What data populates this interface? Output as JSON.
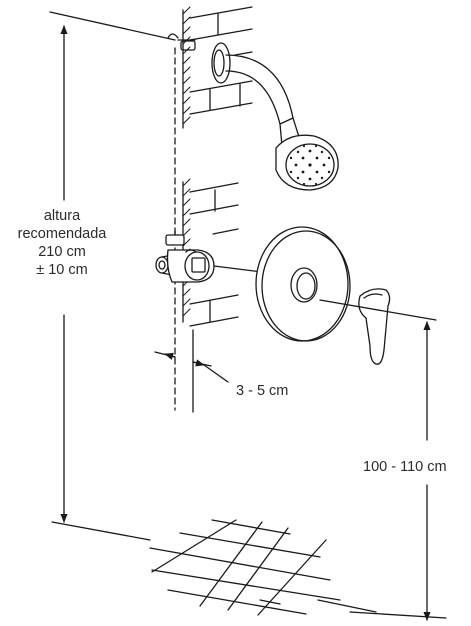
{
  "labels": {
    "recommended_height": {
      "line1": "altura",
      "line2": "recomendada",
      "line3": "210 cm",
      "line4": "± 10 cm"
    },
    "embed_depth": "3 - 5 cm",
    "valve_height": "100 - 110 cm"
  },
  "colors": {
    "line": "#1a1a1a",
    "text": "#2b2b2b",
    "background": "#ffffff"
  }
}
